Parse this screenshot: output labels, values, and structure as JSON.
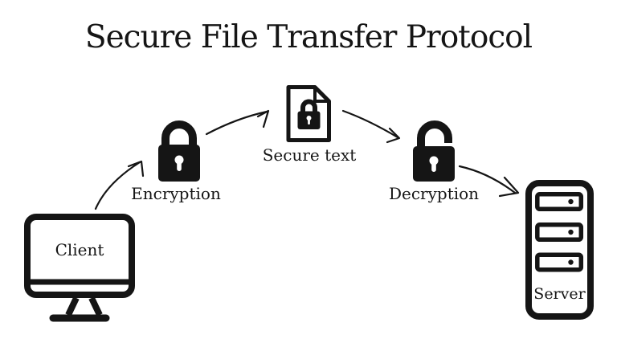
{
  "title": "Secure File Transfer Protocol",
  "colors": {
    "ink": "#151515",
    "background": "#ffffff"
  },
  "nodes": {
    "client": {
      "label": "Client",
      "icon": "desktop-monitor-icon"
    },
    "encryption": {
      "label": "Encryption",
      "icon": "closed-padlock-icon"
    },
    "secure_text": {
      "label": "Secure text",
      "icon": "locked-document-icon"
    },
    "decryption": {
      "label": "Decryption",
      "icon": "open-padlock-icon"
    },
    "server": {
      "label": "Server",
      "icon": "server-rack-icon"
    }
  },
  "flow": [
    {
      "from": "client",
      "to": "encryption",
      "style": "curved-sketch-arrow"
    },
    {
      "from": "encryption",
      "to": "secure_text",
      "style": "curved-sketch-arrow"
    },
    {
      "from": "secure_text",
      "to": "decryption",
      "style": "curved-sketch-arrow"
    },
    {
      "from": "decryption",
      "to": "server",
      "style": "curved-sketch-arrow"
    }
  ]
}
